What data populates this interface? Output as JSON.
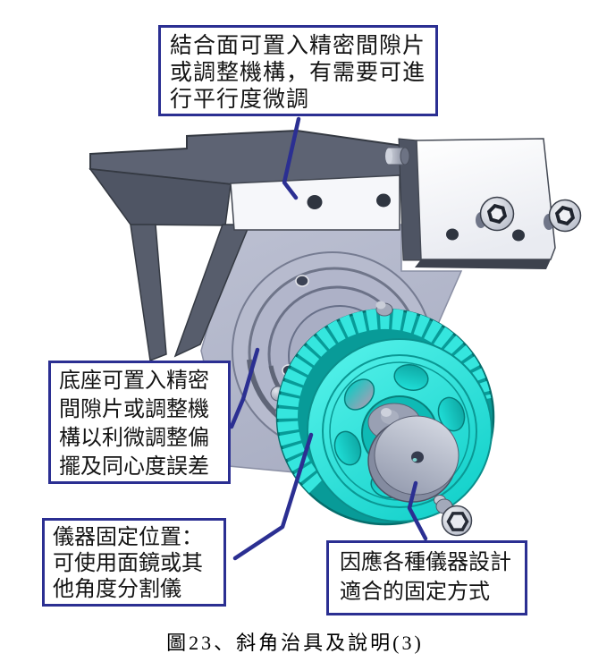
{
  "callouts": {
    "top": {
      "lines": [
        "結合面可置入精密間隙片",
        "或調整機構，有需要可進",
        "行平行度微調"
      ]
    },
    "left": {
      "lines": [
        "底座可置入精密",
        "間隙片或調整機",
        "構以利微調整偏",
        "擺及同心度誤差"
      ]
    },
    "bottom_left": {
      "lines": [
        "儀器固定位置：",
        "可使用面鏡或其",
        "他角度分割儀"
      ]
    },
    "bottom_right": {
      "lines": [
        "因應各種儀器設計",
        "適合的固定方式"
      ]
    }
  },
  "caption": "圖23、斜角治具及說明(3)",
  "colors": {
    "callout_border": "#2b2f92",
    "leader_line": "#2b2f92",
    "gear_cyan": "#23e8df",
    "gear_teeth_dark": "#089b98",
    "base_lavender": "#b2b6ca",
    "bracket_slate": "#5d6373",
    "metal_gray": "#9aa0b4",
    "text": "#141414"
  }
}
